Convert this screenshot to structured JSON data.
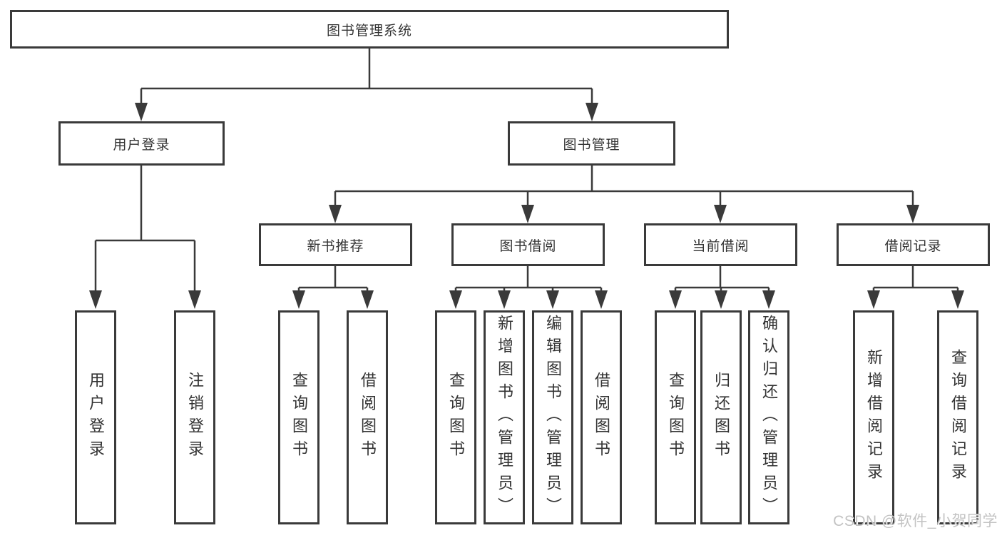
{
  "tree": {
    "label": "图书管理系统",
    "children": [
      {
        "label": "用户登录",
        "children": [
          {
            "label": "用户登录"
          },
          {
            "label": "注销登录"
          }
        ]
      },
      {
        "label": "图书管理",
        "children": [
          {
            "label": "新书推荐",
            "children": [
              {
                "label": "查询图书"
              },
              {
                "label": "借阅图书"
              }
            ]
          },
          {
            "label": "图书借阅",
            "children": [
              {
                "label": "查询图书"
              },
              {
                "label": "新增图书（管理员）"
              },
              {
                "label": "编辑图书（管理员）"
              },
              {
                "label": "借阅图书"
              }
            ]
          },
          {
            "label": "当前借阅",
            "children": [
              {
                "label": "查询图书"
              },
              {
                "label": "归还图书"
              },
              {
                "label": "确认归还（管理员）"
              }
            ]
          },
          {
            "label": "借阅记录",
            "children": [
              {
                "label": "新增借阅记录"
              },
              {
                "label": "查询借阅记录"
              }
            ]
          }
        ]
      }
    ]
  },
  "watermark": {
    "text": "CSDN @软件_小贺同学"
  },
  "colors": {
    "line": "#3a3a3a",
    "box_border": "#3a3a3a",
    "text": "#333333",
    "watermark": "#c3c3c3",
    "background": "#ffffff"
  }
}
